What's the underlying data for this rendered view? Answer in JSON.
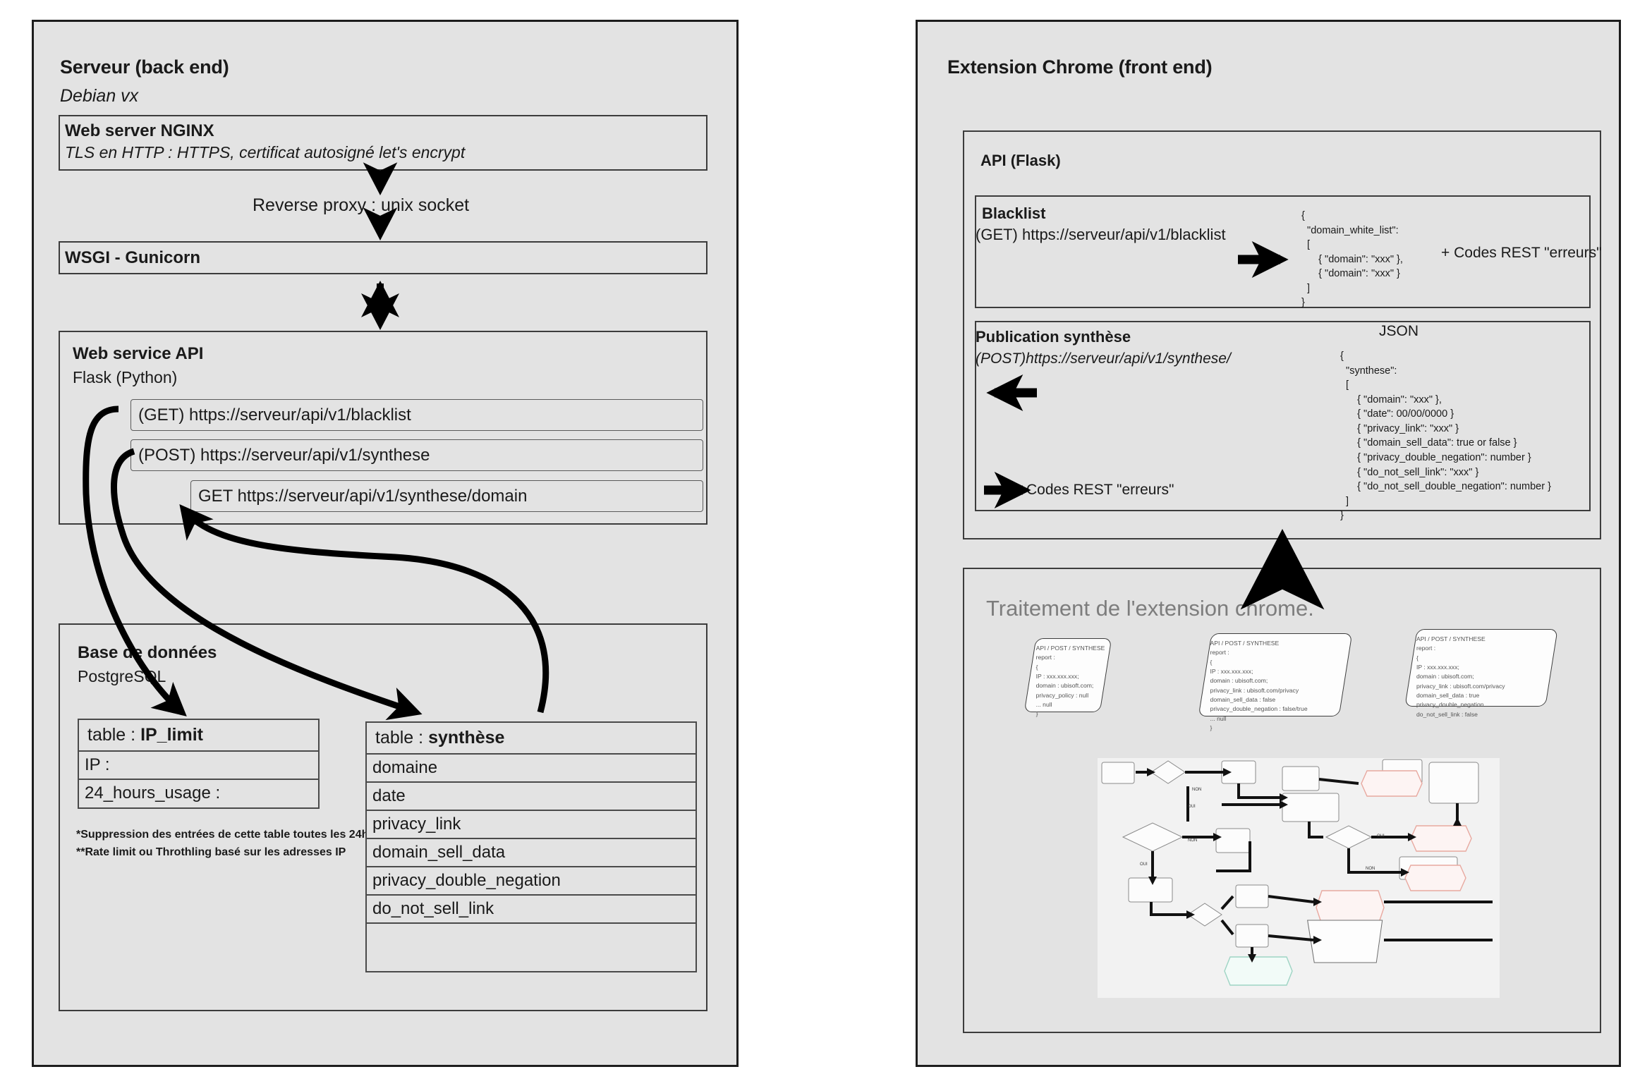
{
  "server": {
    "title": "Serveur (back end)",
    "subtitle": "Debian vx",
    "nginx": {
      "title": "Web server NGINX",
      "desc": "TLS en HTTP : HTTPS, certificat autosigné let's encrypt"
    },
    "reverse_proxy_label": "Reverse proxy : unix socket",
    "wsgi": {
      "title": "WSGI - Gunicorn"
    },
    "api": {
      "title": "Web service API",
      "subtitle": "Flask (Python)",
      "endpoints": [
        "(GET) https://serveur/api/v1/blacklist",
        "(POST) https://serveur/api/v1/synthese",
        "GET https://serveur/api/v1/synthese/domain"
      ]
    },
    "database": {
      "title": "Base de données",
      "subtitle": "PostgreSQL",
      "ip_limit": {
        "header_prefix": "table : ",
        "header_name": "IP_limit",
        "rows": [
          "IP :",
          "24_hours_usage :"
        ]
      },
      "synthese": {
        "header_prefix": "table : ",
        "header_name": "synthèse",
        "rows": [
          "domaine",
          "date",
          "privacy_link",
          "domain_sell_data",
          "privacy_double_negation",
          "do_not_sell_link",
          ""
        ]
      },
      "footnotes": [
        "*Suppression des entrées de cette table toutes les 24h",
        "**Rate limit ou Throthling basé sur les adresses IP"
      ]
    }
  },
  "extension": {
    "title": "Extension Chrome (front end)",
    "api_flask": {
      "title": "API (Flask)"
    },
    "blacklist": {
      "title": "Blacklist",
      "endpoint": "(GET) https://serveur/api/v1/blacklist",
      "json": "{\n  \"domain_white_list\":\n  [\n      { \"domain\": \"xxx\" },\n      { \"domain\": \"xxx\" }\n  ]\n}",
      "codes_rest": "+ Codes REST \"erreurs\""
    },
    "publication": {
      "title": "Publication synthèse",
      "endpoint": "(POST)https://serveur/api/v1/synthese/",
      "json_label": "JSON",
      "json": "{\n  \"synthese\":\n  [\n      { \"domain\": \"xxx\" },\n      { \"date\": 00/00/0000 }\n      { \"privacy_link\": \"xxx\" }\n      { \"domain_sell_data\": true or false }\n      { \"privacy_double_negation\": number }\n      { \"do_not_sell_link\": \"xxx\" }\n      { \"do_not_sell_double_negation\": number }\n  ]\n}",
      "codes_rest": "Codes REST \"erreurs\""
    },
    "treatment": {
      "title": "Traitement de l'extension chrome.",
      "cards": [
        "API / POST / SYNTHESE\nreport :\n{\nIP : xxx.xxx.xxx;\ndomain : ubisoft.com;\nprivacy_policy : null\n... null\n}",
        "API / POST / SYNTHESE\nreport :\n{\nIP : xxx.xxx.xxx;\ndomain : ubisoft.com;\nprivacy_link : ubisoft.com/privacy\ndomain_sell_data : false\nprivacy_double_negation : false/true\n... null\n}",
        "API / POST / SYNTHESE\nreport :\n{\nIP : xxx.xxx.xxx;\ndomain : ubisoft.com;\nprivacy_link : ubisoft.com/privacy\ndomain_sell_data : true\nprivacy_double_negation\ndo_not_sell_link : false"
      ]
    }
  },
  "colors": {
    "panel_bg": "#e3e3e3",
    "panel_border": "#1d1d1d",
    "box_border": "#3c3c3c",
    "arrow": "#000000",
    "muted_text": "#7d7d7d",
    "thumb_bg": "#f2f2f2",
    "thumb_red": "#e8a9a0",
    "thumb_green": "#9ed4c4"
  }
}
